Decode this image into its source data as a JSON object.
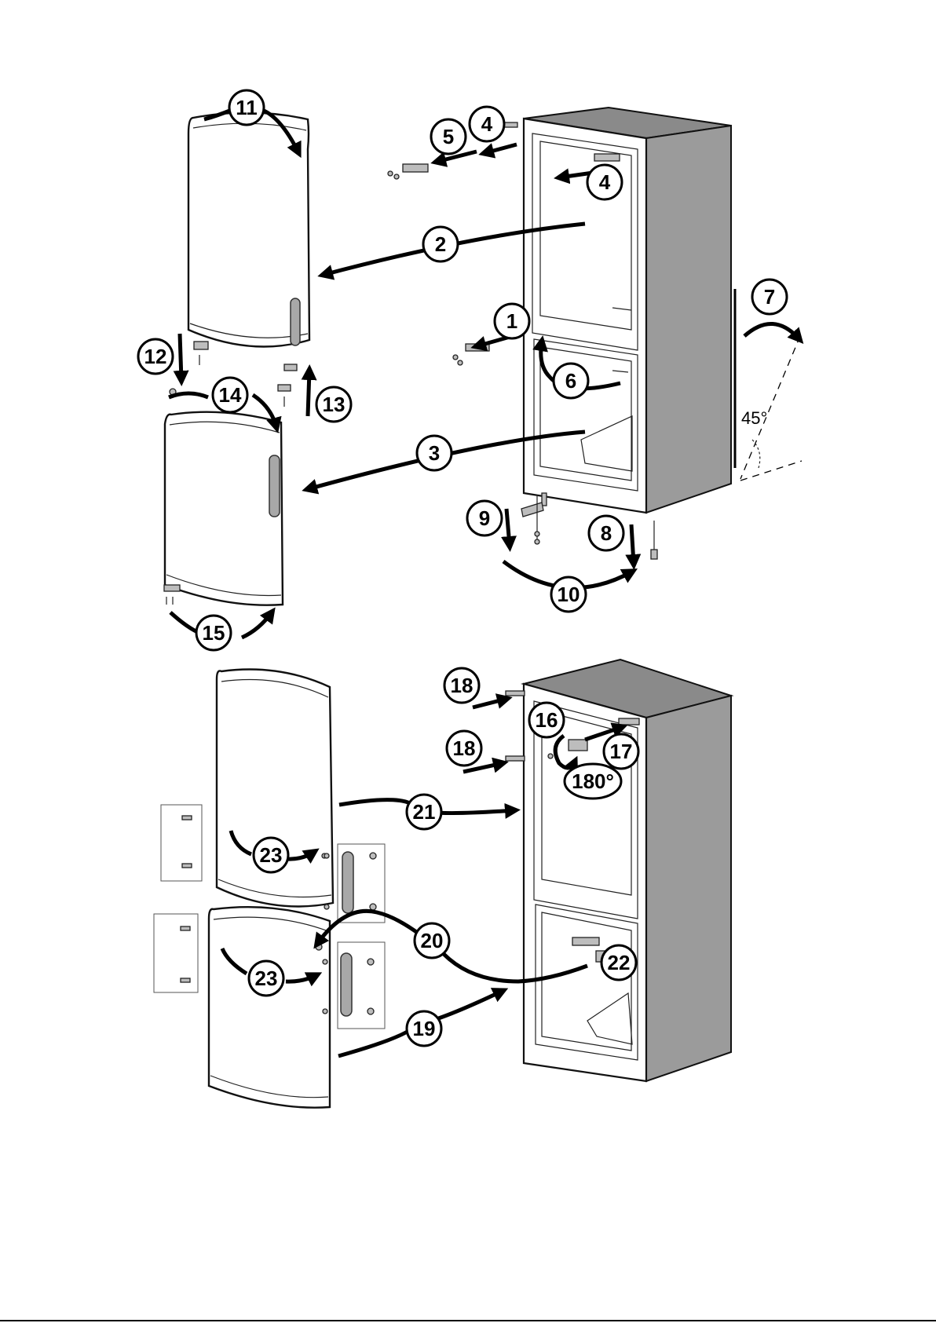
{
  "callouts": {
    "c1": "1",
    "c2": "2",
    "c3": "3",
    "c4a": "4",
    "c4b": "4",
    "c5": "5",
    "c6": "6",
    "c7": "7",
    "c8": "8",
    "c9": "9",
    "c10": "10",
    "c11": "11",
    "c12": "12",
    "c13": "13",
    "c14": "14",
    "c15": "15",
    "c16": "16",
    "c17": "17",
    "c18a": "18",
    "c18b": "18",
    "c19": "19",
    "c20": "20",
    "c21": "21",
    "c22": "22",
    "c23a": "23",
    "c23b": "23"
  },
  "angles": {
    "tilt": "45°",
    "rotate": "180°"
  },
  "colors": {
    "cabinet_side": "#9b9b9b",
    "cabinet_top": "#8a8a8a",
    "handle": "#a8a8a8"
  }
}
